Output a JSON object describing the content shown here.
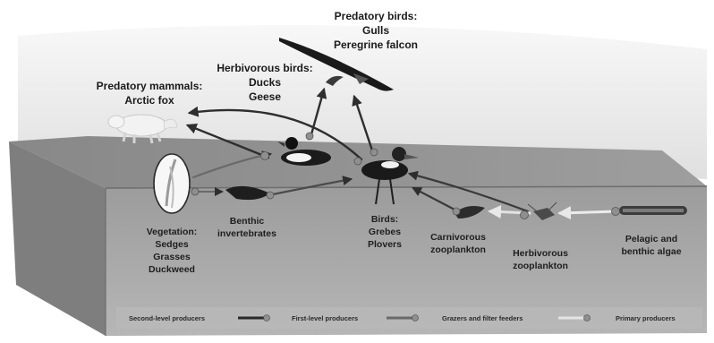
{
  "labels": {
    "predatory_birds": {
      "heading": "Predatory birds:",
      "lines": [
        "Gulls",
        "Peregrine falcon"
      ]
    },
    "herbivorous_birds": {
      "heading": "Herbivorous birds:",
      "lines": [
        "Ducks",
        "Geese"
      ]
    },
    "predatory_mammals": {
      "heading": "Predatory mammals:",
      "lines": [
        "Arctic fox"
      ]
    },
    "vegetation": {
      "heading": "Vegetation:",
      "lines": [
        "Sedges",
        "Grasses",
        "Duckweed"
      ]
    },
    "benthic_invertebrates": {
      "lines": [
        "Benthic",
        "invertebrates"
      ]
    },
    "birds": {
      "heading": "Birds:",
      "lines": [
        "Grebes",
        "Plovers"
      ]
    },
    "carnivorous_zooplankton": {
      "lines": [
        "Carnivorous",
        "zooplankton"
      ]
    },
    "herbivorous_zooplankton": {
      "lines": [
        "Herbivorous",
        "zooplankton"
      ]
    },
    "pelagic_algae": {
      "lines": [
        "Pelagic and",
        "benthic algae"
      ]
    }
  },
  "legend": [
    {
      "label": "Second-level producers"
    },
    {
      "label": "First-level producers"
    },
    {
      "label": "Grazers and filter feeders"
    },
    {
      "label": "Primary producers"
    }
  ],
  "colors": {
    "land_top": "#8a8a8a",
    "water_front": "#a9a9a9",
    "arrow_dark": "#3a3a3a",
    "arrow_light": "#d8d8d8",
    "node": "#8f8f8f"
  },
  "icons": [
    "arctic-fox-icon",
    "duck-icon",
    "falcon-icon",
    "gull-icon",
    "bird-icon",
    "reed-icon",
    "invertebrate-icon",
    "zooplankton-icon",
    "algae-icon"
  ]
}
